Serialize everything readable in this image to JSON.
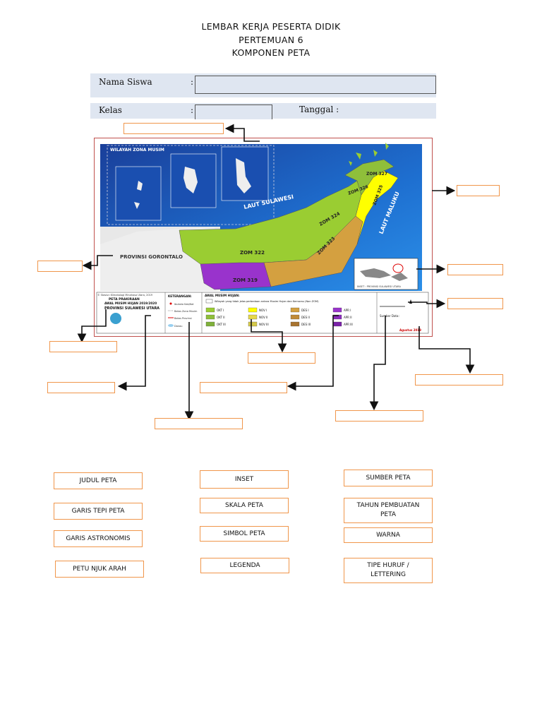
{
  "header": {
    "line1": "LEMBAR KERJA PESERTA DIDIK",
    "line2": "PERTEMUAN 6",
    "line3": "KOMPONEN PETA"
  },
  "form": {
    "name_label": "Nama Siswa",
    "class_label": "Kelas",
    "date_label": "Tanggal :",
    "colon": ":"
  },
  "map": {
    "inset_title": "WILAYAH ZONA MUSIM",
    "sea1": "LAUT SULAWESI",
    "sea2": "LAUT MALUKU",
    "province": "PROVINSI GORONTALO",
    "zones": [
      "ZOM 322",
      "ZOM 319",
      "ZOM 324",
      "ZOM 323",
      "ZOM 325",
      "ZOM 326",
      "ZOM 327"
    ],
    "legend_title_1": "PETA PRAKIRAAN",
    "legend_title_2": "AWAL MUSIM HUJAN 2019/2020",
    "legend_title_3": "PROVINSI SULAWESI UTARA",
    "keterangan": "KETERANGAN:",
    "awal_musim": "AWAL MUSIM HUJAN:",
    "non_zom": "Wilayah yang tidak jelas perbedaan antara Musim Hujan dan Kemarau (Non ZOM)",
    "legend_items": [
      "OKT I",
      "OKT II",
      "OKT III",
      "NOV I",
      "NOV II",
      "NOV III",
      "DES I",
      "DES II",
      "DES III",
      "APR I",
      "APR II",
      "APR III"
    ],
    "legend_colors": [
      "#9acd32",
      "#8fbf3a",
      "#7fb03a",
      "#ffff00",
      "#e6d84a",
      "#d4c84a",
      "#d4a040",
      "#c08a38",
      "#a87430",
      "#9933cc",
      "#8a2bbd",
      "#7a22a8"
    ],
    "symbols": [
      "Ibukota Kab/Kot",
      "Batas Zona Musim",
      "Batas Provinsi",
      "Danau"
    ],
    "source_label": "Sumber Data:",
    "year": "Agustus 2019",
    "copyright": "© Stasiun Klimatologi Minahasa Utara, 2019",
    "inset_caption": "INSET : PROVINSI SULAWESI UTARA"
  },
  "options": {
    "col1": [
      "JUDUL PETA",
      "GARIS TEPI PETA",
      "GARIS ASTRONOMIS",
      "PETU NJUK ARAH"
    ],
    "col2": [
      "INSET",
      "SKALA PETA",
      "SIMBOL PETA",
      "LEGENDA"
    ],
    "col3": [
      "SUMBER PETA",
      "TAHUN PEMBUATAN PETA",
      "WARNA",
      "TIPE HURUF / LETTERING"
    ]
  },
  "colors": {
    "box_border": "#f0964b",
    "sea": "#1565c0",
    "land_grey": "#e8e8e8",
    "map_border": "#c0504d"
  }
}
